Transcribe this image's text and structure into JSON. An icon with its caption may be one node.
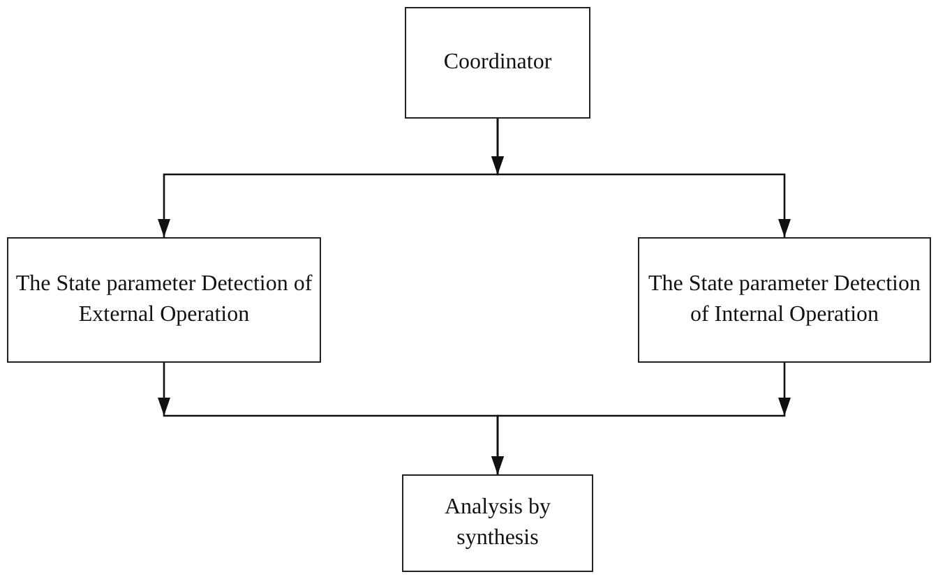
{
  "diagram": {
    "nodes": [
      {
        "text": [
          "Coordinator"
        ]
      },
      {
        "text": [
          "The State parameter Detection of External Operation"
        ]
      },
      {
        "text": [
          "The State parameter Detection of Internal Operation"
        ]
      },
      {
        "text": [
          "Analysis by synthesis"
        ]
      }
    ],
    "edges": [
      {
        "from": 0,
        "to": 1,
        "arrow": "to"
      },
      {
        "from": 0,
        "to": 2,
        "arrow": "to"
      },
      {
        "from": 1,
        "to": 3,
        "arrow": "to"
      },
      {
        "from": 2,
        "to": 3,
        "arrow": "to"
      }
    ]
  }
}
